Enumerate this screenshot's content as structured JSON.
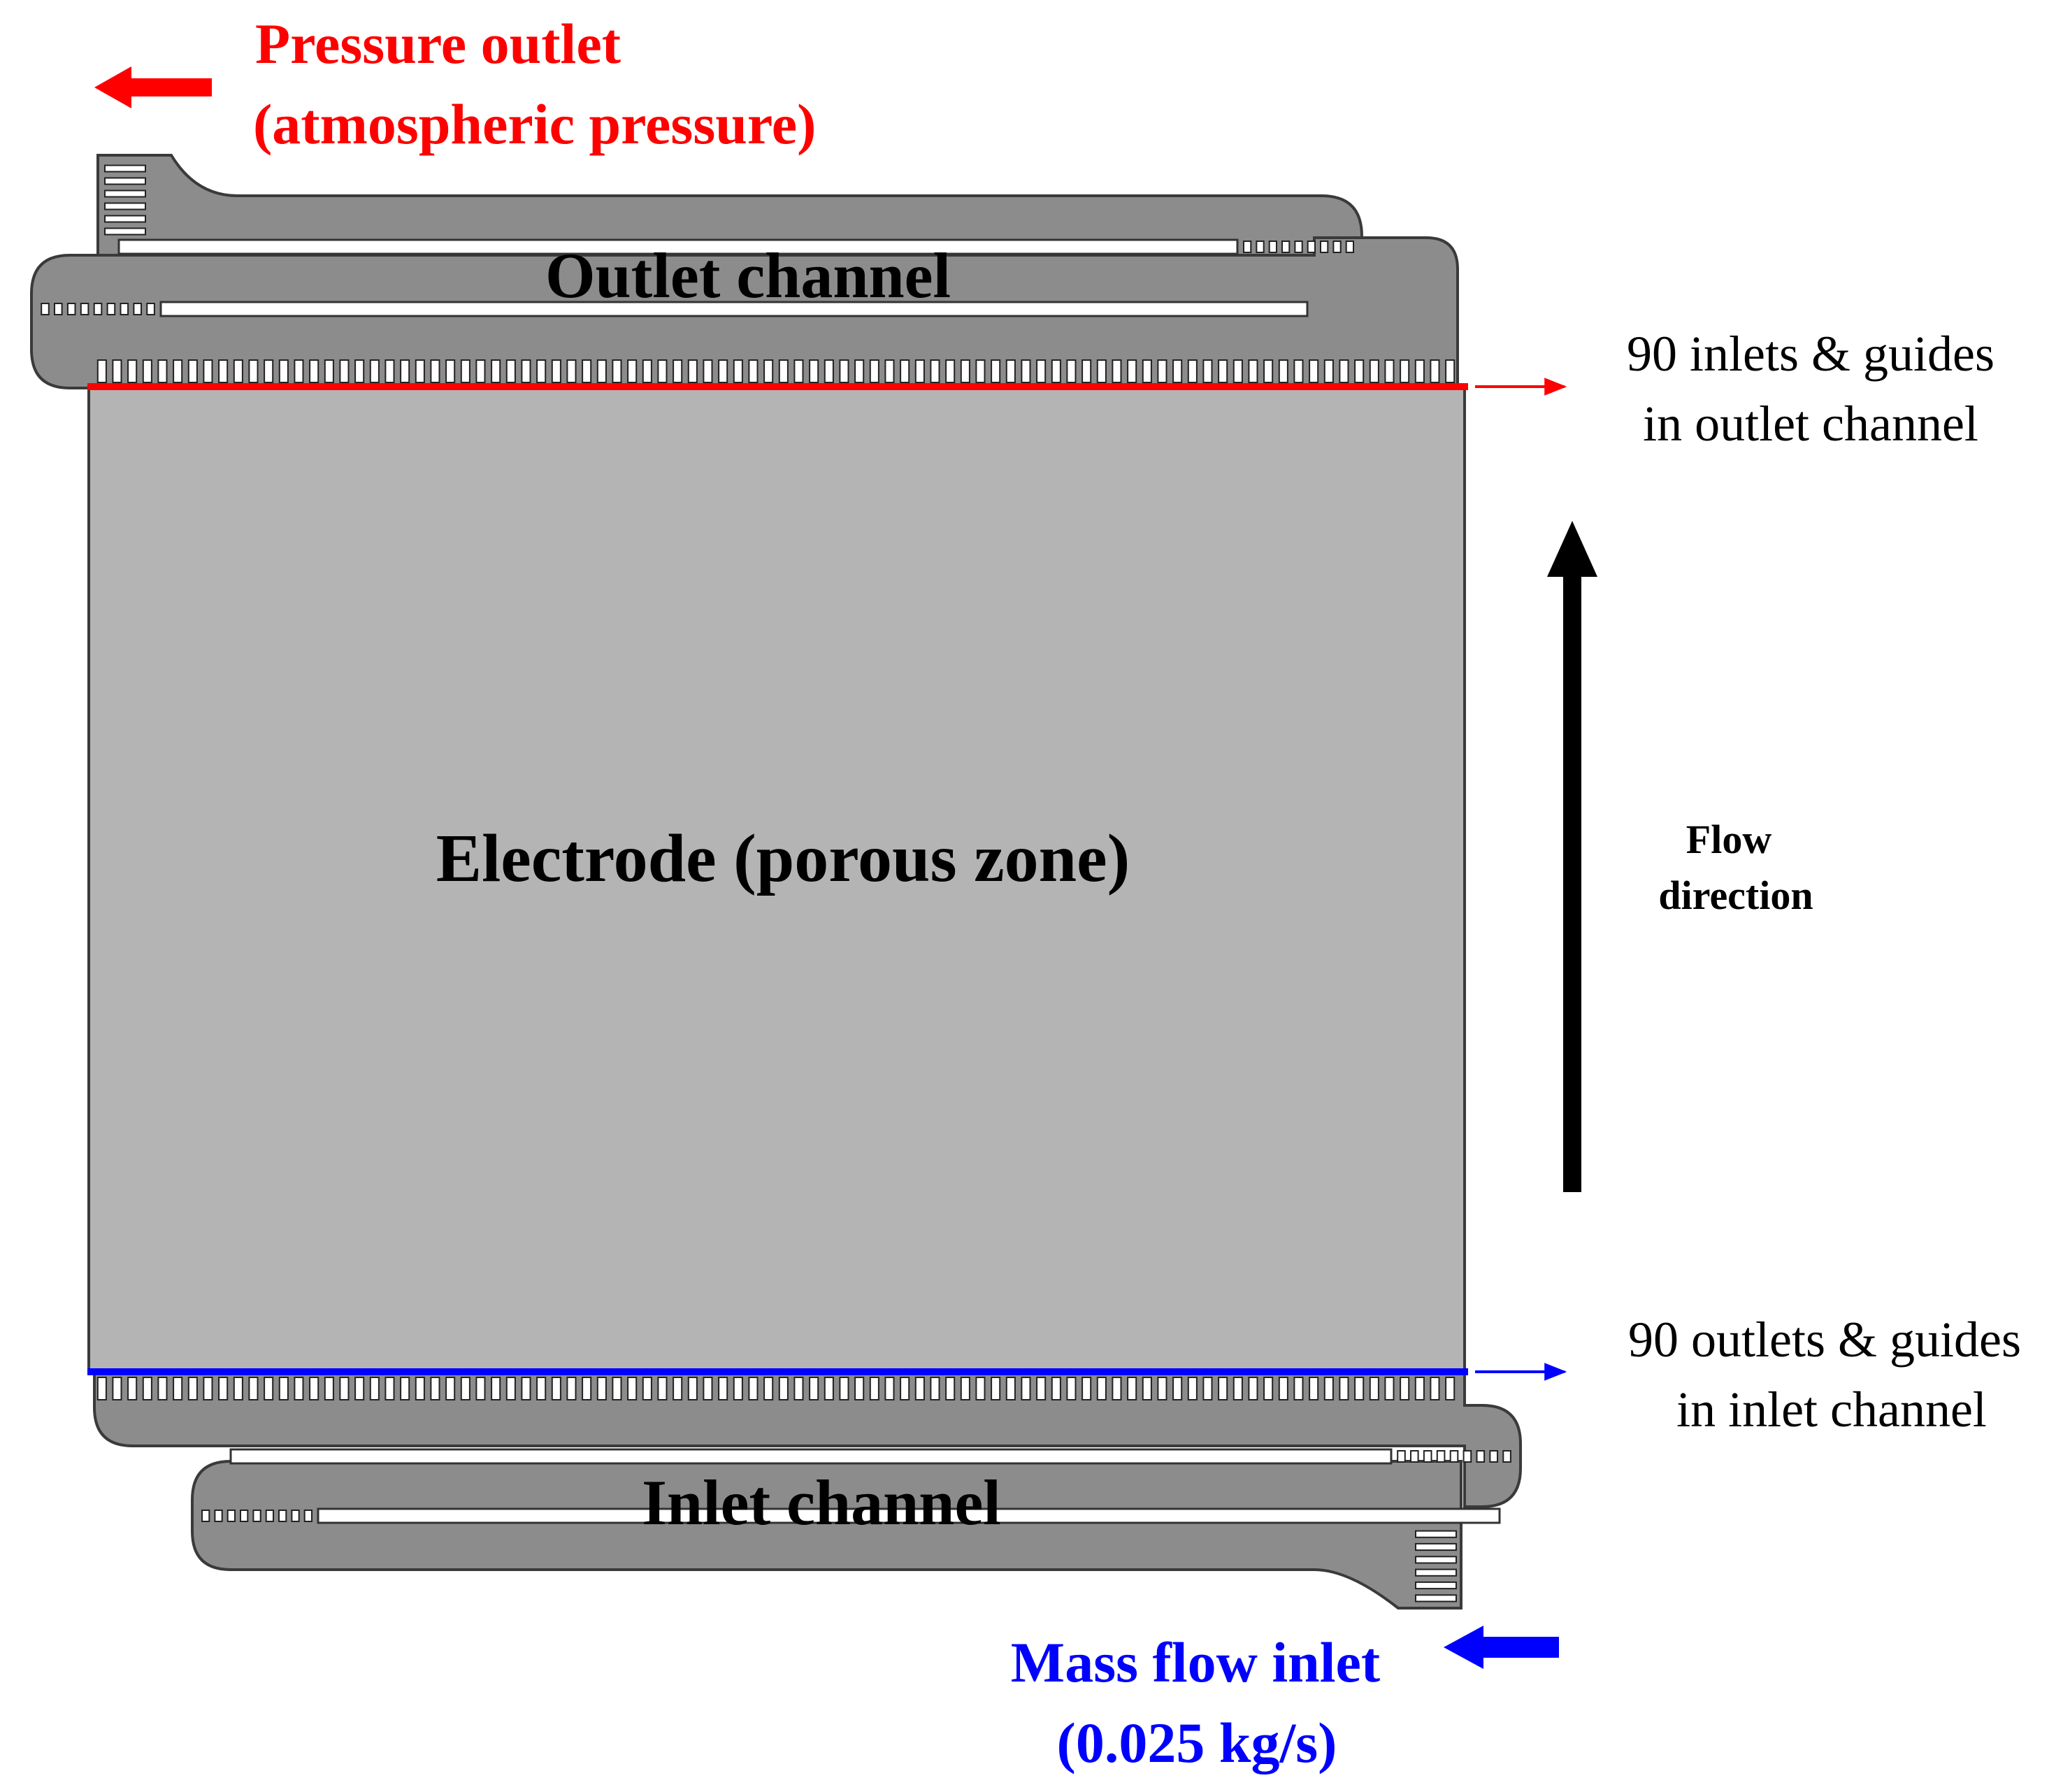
{
  "labels": {
    "pressure_outlet_line1": "Pressure outlet",
    "pressure_outlet_line2": "(atmospheric pressure)",
    "outlet_channel": "Outlet channel",
    "inlet_channel": "Inlet channel",
    "electrode": "Electrode (porous zone)",
    "flow_direction_line1": "Flow",
    "flow_direction_line2": "direction",
    "outlet_guides_line1": "90 inlets & guides",
    "outlet_guides_line2": "in outlet channel",
    "inlet_guides_line1": "90 outlets & guides",
    "inlet_guides_line2": "in inlet channel",
    "mass_flow_line1": "Mass flow inlet",
    "mass_flow_line2": "(0.025 kg/s)"
  },
  "guides": {
    "outlet_channel_count": 90,
    "inlet_channel_count": 90
  },
  "colors": {
    "outlet_boundary": "#ff0000",
    "inlet_boundary": "#0000ff",
    "channel_fill": "#8c8c8c",
    "electrode_fill": "#b4b4b4",
    "flow_arrow": "#000000",
    "background": "#ffffff"
  }
}
